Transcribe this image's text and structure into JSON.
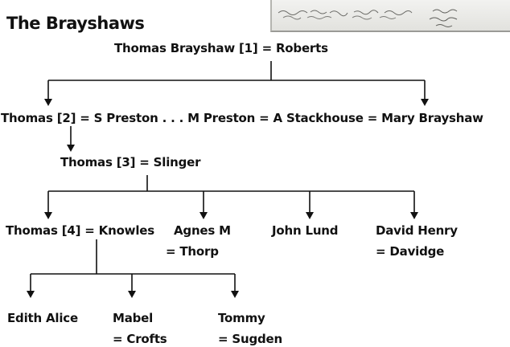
{
  "title": "The Brayshaws",
  "photo_icon": "handwritten-photo-fragment",
  "line_color": "#111111",
  "people": {
    "root": "Thomas Brayshaw [1] = Roberts",
    "thomas2": "Thomas [2] = S Preston . . . M Preston = A Stackhouse = Mary Brayshaw",
    "thomas3": "Thomas [3] = Slinger",
    "thomas4": "Thomas [4] = Knowles",
    "agnes_1": "Agnes M",
    "agnes_2": "= Thorp",
    "john": "John Lund",
    "david_1": "David Henry",
    "david_2": "= Davidge",
    "edith": "Edith Alice",
    "mabel_1": "Mabel",
    "mabel_2": "= Crofts",
    "tommy_1": "Tommy",
    "tommy_2": "= Sugden"
  }
}
